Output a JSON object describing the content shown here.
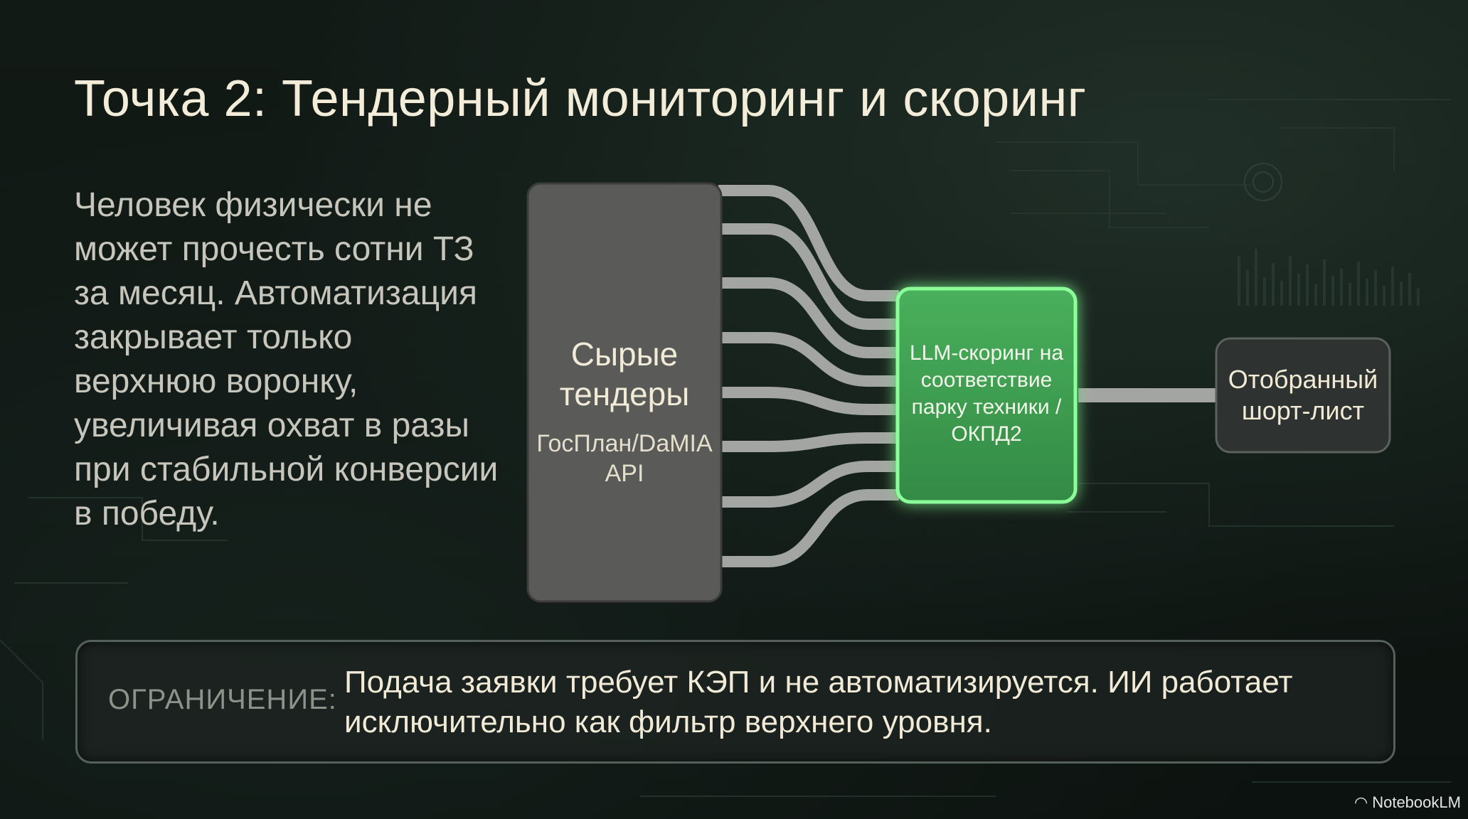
{
  "title": "Точка 2: Тендерный мониторинг и скоринг",
  "description": "Человек физически не может прочесть сотни ТЗ за месяц. Автоматизация закрывает только верхнюю воронку, увеличивая охват в разы при стабильной конверсии в победу.",
  "diagram": {
    "source": {
      "title": "Сырые тендеры",
      "subtitle": "ГосПлан/DaMIA API"
    },
    "processor": {
      "label": "LLM-скоринг на соответствие парку техники / ОКПД2"
    },
    "output": {
      "label": "Отобранный шорт-лист"
    },
    "input_line_count": 8
  },
  "constraint": {
    "label": "ОГРАНИЧЕНИЕ:",
    "text": "Подача заявки требует КЭП и не автоматизируется. ИИ работает исключительно как фильтр верхнего уровня."
  },
  "watermark": "NotebookLM",
  "colors": {
    "background": "#0f1613",
    "title": "#f2ecd8",
    "body_text": "#c7c6bd",
    "source_box": "#5a5a59",
    "processor_box": "#3fa253",
    "processor_glow": "#7dff8f",
    "output_box": "#2e3230",
    "connector": "#a3a5a2"
  }
}
